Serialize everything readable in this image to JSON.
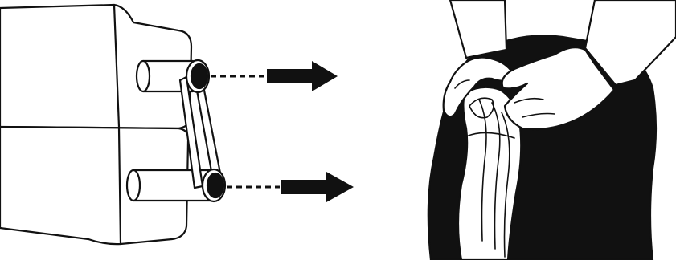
{
  "illustration": {
    "left_figure": "pulley-linkage",
    "right_figure": "knee-held-by-hands",
    "arrow_count": 2
  },
  "colors": {
    "ink": "#111111",
    "paper": "#ffffff"
  }
}
